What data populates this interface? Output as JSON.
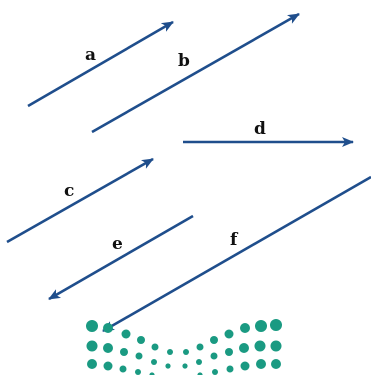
{
  "vectors": [
    {
      "id": "a",
      "label": "a"
    },
    {
      "id": "b",
      "label": "b"
    },
    {
      "id": "c",
      "label": "c"
    },
    {
      "id": "d",
      "label": "d"
    },
    {
      "id": "e",
      "label": "e"
    },
    {
      "id": "f",
      "label": "f"
    }
  ],
  "colors": {
    "vector": "#1f4e8c",
    "label": "#111111",
    "logo": "#1a9a82"
  },
  "logo": {
    "name": "dotted-emblem-logo"
  }
}
